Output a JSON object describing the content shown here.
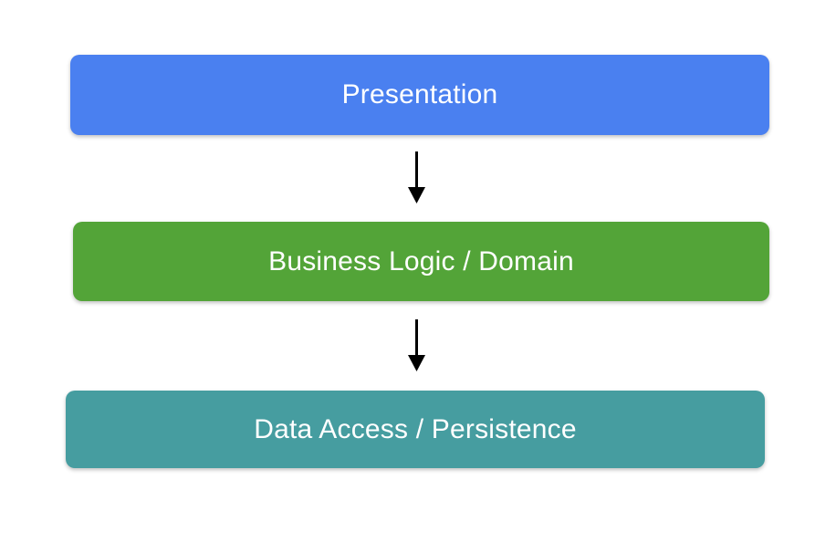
{
  "diagram": {
    "background_color": "#ffffff",
    "nodes": [
      {
        "id": "presentation",
        "label": "Presentation",
        "fill": "#4A80F0",
        "text_color": "#ffffff"
      },
      {
        "id": "business-logic",
        "label": "Business Logic / Domain",
        "fill": "#53A438",
        "text_color": "#ffffff"
      },
      {
        "id": "data-access",
        "label": "Data Access / Persistence",
        "fill": "#469DA0",
        "text_color": "#ffffff"
      }
    ],
    "connectors": [
      {
        "from": "presentation",
        "to": "business-logic",
        "color": "#000000"
      },
      {
        "from": "business-logic",
        "to": "data-access",
        "color": "#000000"
      }
    ]
  }
}
